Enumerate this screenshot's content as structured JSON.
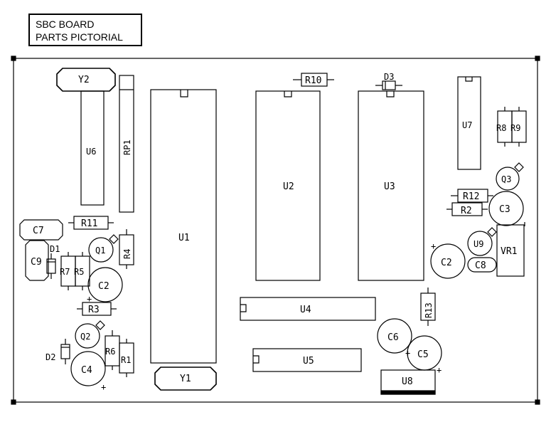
{
  "title": {
    "line1": "SBC BOARD",
    "line2": "PARTS PICTORIAL"
  },
  "parts": {
    "Y2": "Y2",
    "U6": "U6",
    "RP1": "RP1",
    "U1": "U1",
    "R10": "R10",
    "U2": "U2",
    "D3": "D3",
    "U3": "U3",
    "U7": "U7",
    "R8": "R8",
    "R9": "R9",
    "Q3": "Q3",
    "R12": "R12",
    "R2": "R2",
    "C3": "C3",
    "R11": "R11",
    "C7": "C7",
    "D1": "D1",
    "C9": "C9",
    "Q1": "Q1",
    "R4": "R4",
    "R7": "R7",
    "R5": "R5",
    "C2a": "C2",
    "R3": "R3",
    "Q2": "Q2",
    "D2": "D2",
    "R6": "R6",
    "R1": "R1",
    "C4": "C4",
    "Y1": "Y1",
    "U4": "U4",
    "U5": "U5",
    "R13": "R13",
    "C6": "C6",
    "C5": "C5",
    "U8": "U8",
    "U9": "U9",
    "VR1": "VR1",
    "C2b": "C2",
    "C8": "C8"
  },
  "polarity_mark": "+"
}
